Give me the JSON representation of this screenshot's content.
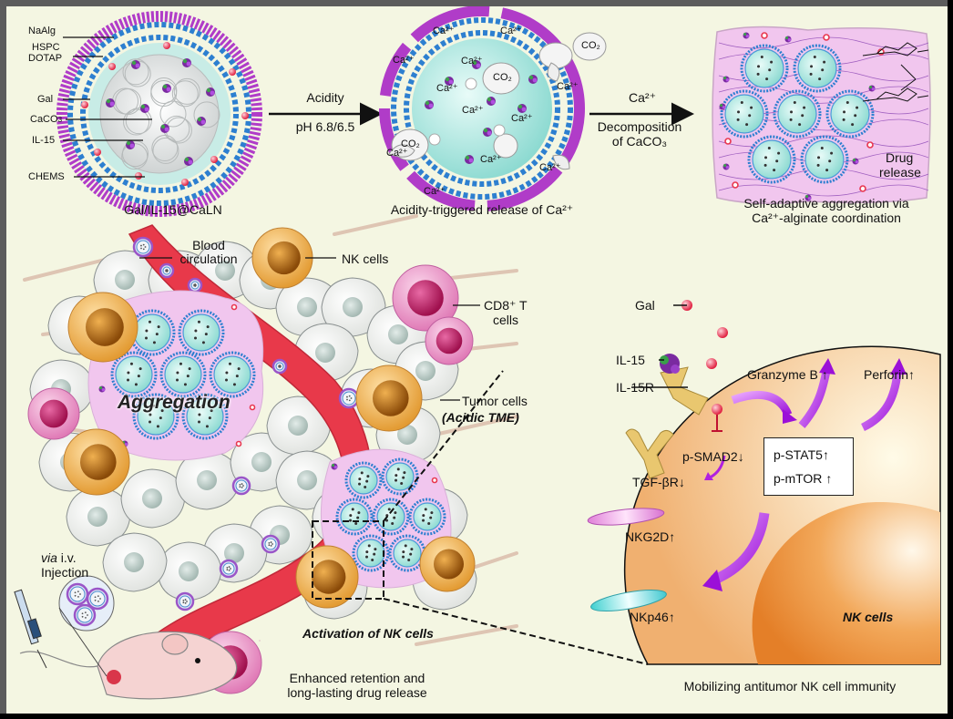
{
  "figure": {
    "panel_top_left": {
      "title": "Gal/IL-15@CaLN",
      "components": [
        "NaAlg",
        "HSPC",
        "DOTAP",
        "Gal",
        "CaCO3",
        "IL-15",
        "CHEMS"
      ]
    },
    "arrow_1": {
      "top": "Acidity",
      "bottom": "pH 6.8/6.5"
    },
    "panel_top_middle": {
      "title": "Acidity-triggered release of Ca²⁺",
      "ion_label": "Ca²⁺",
      "gas_label": "CO₂"
    },
    "arrow_2": {
      "top": "Ca²⁺",
      "bottom_line1": "Decomposition",
      "bottom_line2": "of CaCO₃"
    },
    "panel_top_right": {
      "title_line1": "Self-adaptive aggregation via",
      "title_line2": "Ca²⁺-alginate coordination",
      "drug_release_line1": "Drug",
      "drug_release_line2": "release"
    },
    "panel_bottom_left": {
      "blood_circulation_line1": "Blood",
      "blood_circulation_line2": "circulation",
      "nk_cells": "NK cells",
      "cd8_line1": "CD8⁺ T",
      "cd8_line2": "cells",
      "tumor_cells": "Tumor cells",
      "acidic_tme": "(Acidic TME)",
      "aggregation": "Aggregation",
      "via_iv_italic": "via",
      "via_iv_rest": " i.v.",
      "injection": "Injection",
      "activation": "Activation of NK cells",
      "caption_line1": "Enhanced retention and",
      "caption_line2": "long-lasting drug release"
    },
    "panel_bottom_right": {
      "gal": "Gal",
      "il15": "IL-15",
      "il15r": "IL-15R",
      "granzyme": "Granzyme B",
      "perforin": "Perforin",
      "psmad2": "p-SMAD2",
      "tgfbr": "TGF-βR",
      "pstat5": "p-STAT5",
      "pmtor": "p-mTOR",
      "nkg2d": "NKG2D",
      "nkp46": "NKp46",
      "nk_cells": "NK cells",
      "caption": "Mobilizing antitumor NK cell immunity",
      "up_arrow": "↑",
      "down_arrow": "↓"
    }
  },
  "colors": {
    "background": "#f4f6e2",
    "alginate_purple": "#b03cc8",
    "lipid_blue": "#2d7fd0",
    "core_cyan": "#bfeee8",
    "gal_red": "#e8364e",
    "nk_orange": "#e6a23c",
    "cd8_pink": "#e070b0",
    "vessel_red": "#e8394a",
    "gel_pink": "#f1c6ee",
    "pathway_purple": "#b020e0"
  }
}
